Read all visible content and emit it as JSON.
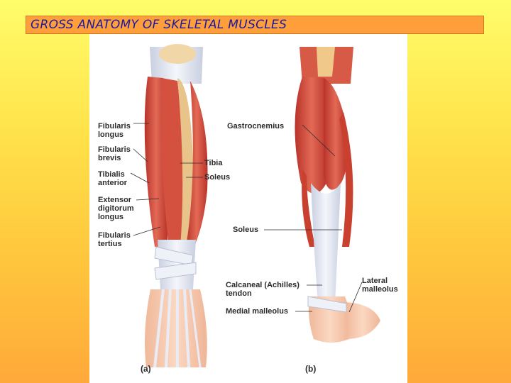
{
  "slide": {
    "title": "GROSS ANATOMY OF SKELETAL MUSCLES"
  },
  "figure": {
    "panel_a": {
      "label": "(a)",
      "labels": {
        "fibularis_longus": "Fibularis\nlongus",
        "fibularis_brevis": "Fibularis\nbrevis",
        "tibialis_anterior": "Tibialis\nanterior",
        "extensor_digitorum_longus": "Extensor\ndigitorum\nlongus",
        "fibularis_tertius": "Fibularis\ntertius",
        "tibia": "Tibia",
        "soleus": "Soleus"
      }
    },
    "panel_b": {
      "label": "(b)",
      "labels": {
        "gastrocnemius": "Gastrocnemius",
        "soleus": "Soleus",
        "calcaneal_tendon": "Calcaneal (Achilles)\ntendon",
        "medial_malleolus": "Medial malleolus",
        "lateral_malleolus": "Lateral\nmalleolus"
      }
    }
  }
}
